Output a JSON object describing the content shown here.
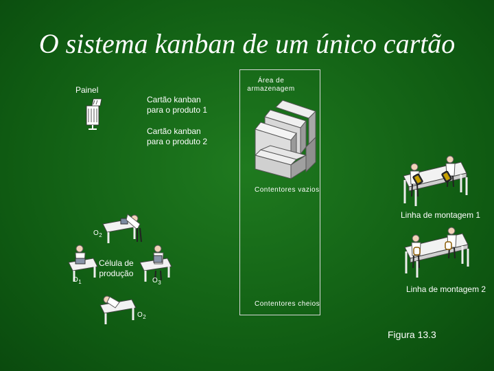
{
  "title": "O sistema kanban de um único cartão",
  "labels": {
    "painel": "Painel",
    "card1_line1": "Cartão kanban",
    "card1_line2": "para o produto 1",
    "card2_line1": "Cartão kanban",
    "card2_line2": "para o produto 2",
    "storage_line1": "Área de",
    "storage_line2": "armazenagem",
    "empty_containers": "Contentores vazios",
    "full_containers": "Contentores cheios",
    "assembly_line_1": "Linha de montagem 1",
    "assembly_line_2": "Linha de montagem 2",
    "cell_line1": "Célula de",
    "cell_line2": "produção",
    "op_o2_top": "O",
    "op_o2_top_sub": "2",
    "op_o1": "O",
    "op_o1_sub": "1",
    "op_o3": "O",
    "op_o3_sub": "3",
    "op_o2_bottom": "O",
    "op_o2_bottom_sub": "2",
    "figure": "Figura 13.3"
  }
}
